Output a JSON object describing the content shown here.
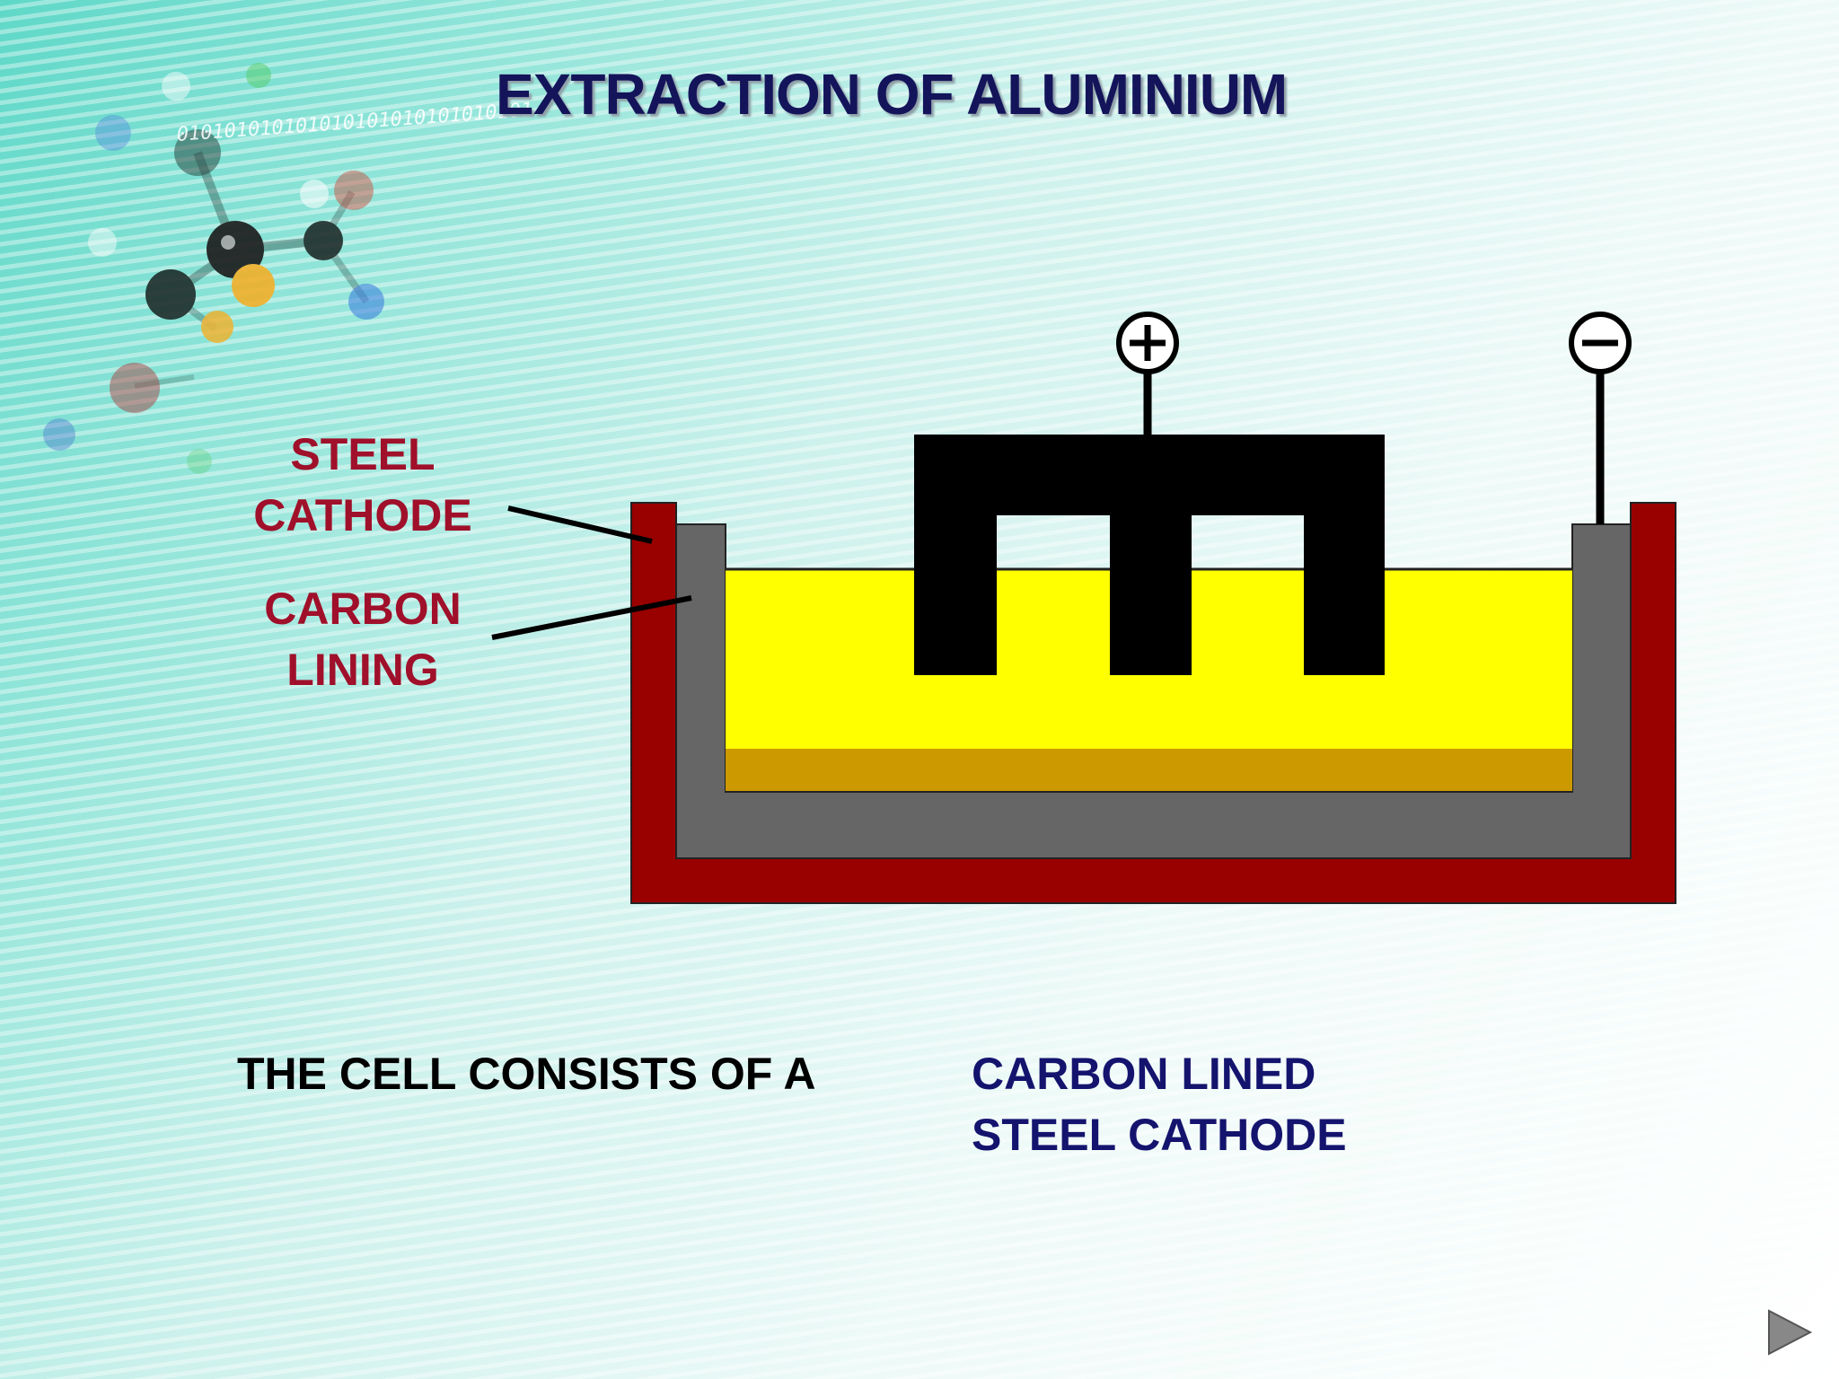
{
  "slide": {
    "title": "EXTRACTION OF ALUMINIUM",
    "decoration": {
      "binary_text": "010101010101010101010101010101",
      "icon": "molecule-icon"
    },
    "labels": {
      "steel_cathode": [
        "STEEL",
        "CATHODE"
      ],
      "carbon_lining": [
        "CARBON",
        "LINING"
      ]
    },
    "terminals": {
      "positive": "+",
      "negative": "−"
    },
    "caption": {
      "prefix": "THE CELL CONSISTS OF A",
      "highlight": [
        "CARBON LINED",
        "STEEL CATHODE"
      ]
    },
    "navigation": {
      "next_icon": "play-triangle-icon"
    },
    "colors": {
      "title": "#14145a",
      "label": "#a0102a",
      "highlight": "#14146e",
      "steel": "#990000",
      "carbon": "#666666",
      "electrolyte": "#ffff00",
      "molten_aluminium": "#cc9900",
      "anode": "#000000"
    }
  }
}
